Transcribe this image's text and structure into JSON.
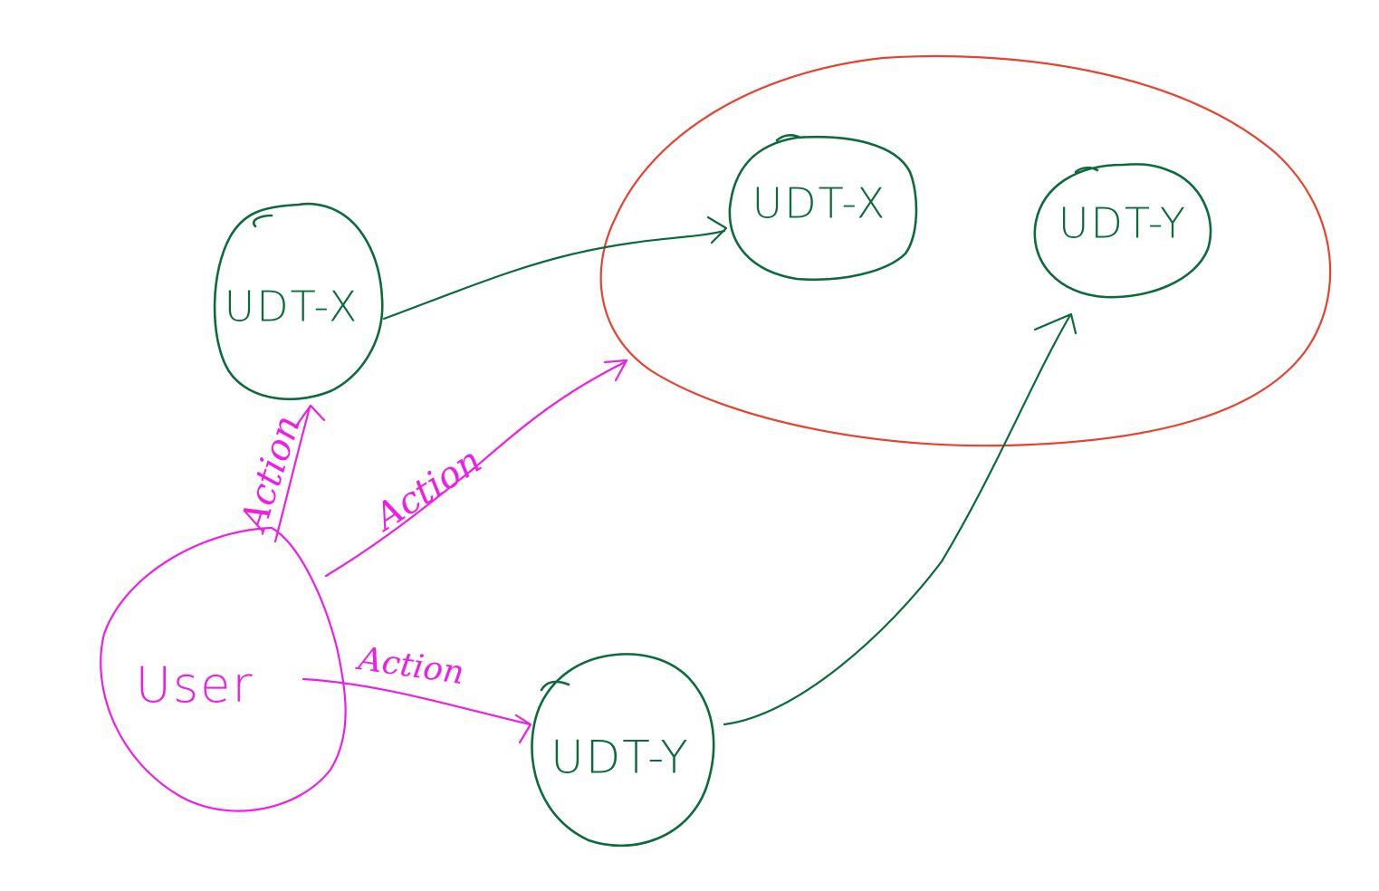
{
  "colors": {
    "user": "#ee1ee5",
    "udt": "#0b6b3a",
    "group": "#e8412f",
    "background": "#ffffff"
  },
  "nodes": {
    "user": {
      "label": "User"
    },
    "udt_x_left": {
      "label": "UDT-X"
    },
    "udt_y_bottom": {
      "label": "UDT-Y"
    },
    "udt_x_group": {
      "label": "UDT-X"
    },
    "udt_y_group": {
      "label": "UDT-Y"
    }
  },
  "edges": {
    "user_to_udt_x": {
      "label": "Action"
    },
    "user_to_group": {
      "label": "Action"
    },
    "user_to_udt_y": {
      "label": "Action"
    }
  }
}
